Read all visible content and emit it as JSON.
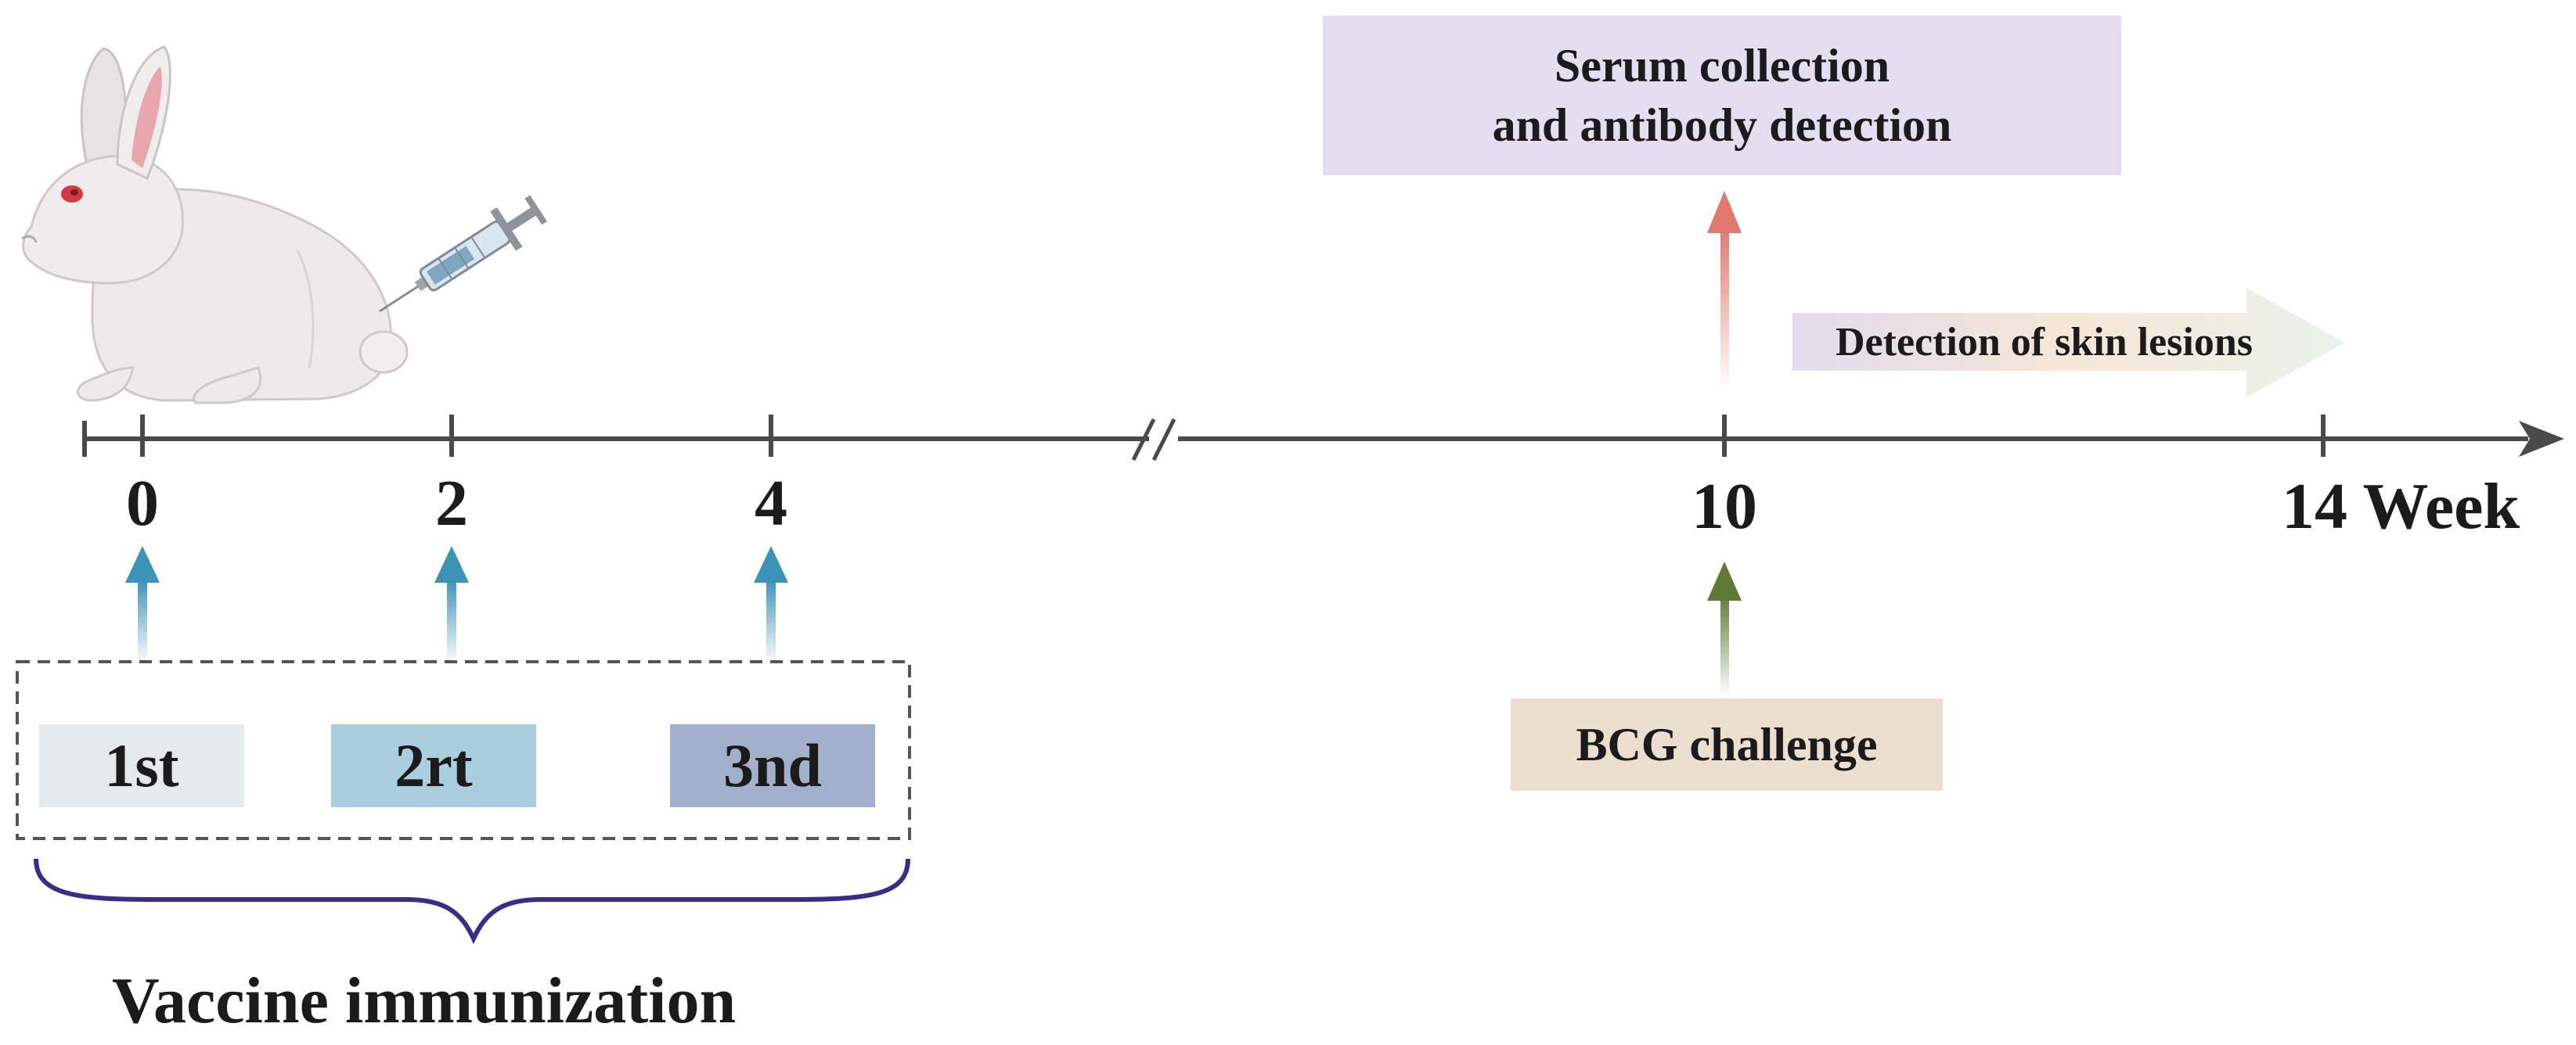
{
  "timeline": {
    "ticks": [
      {
        "label": "0"
      },
      {
        "label": "2"
      },
      {
        "label": "4"
      },
      {
        "label": "10"
      },
      {
        "label": "14 Week"
      }
    ]
  },
  "doses": [
    {
      "label": "1st",
      "color": "#e4e9ec"
    },
    {
      "label": "2rt",
      "color": "#a9cfde"
    },
    {
      "label": "3nd",
      "color": "#a2b0cb"
    }
  ],
  "vaccine_label": "Vaccine immunization",
  "serum_box": {
    "line1": "Serum collection",
    "line2": "and antibody detection",
    "color": "#e3def0"
  },
  "skin_label": "Detection of skin lesions",
  "bcg_label": "BCG challenge",
  "bcg_color": "#eddfd0",
  "colors": {
    "axis": "#4a4a4a",
    "immunization_arrow": "#3b93b8",
    "serum_arrow": "#e0786d",
    "bcg_arrow": "#5f7a34",
    "brace": "#3c2a8c"
  },
  "icons": [
    "rabbit-icon",
    "syringe-icon"
  ]
}
